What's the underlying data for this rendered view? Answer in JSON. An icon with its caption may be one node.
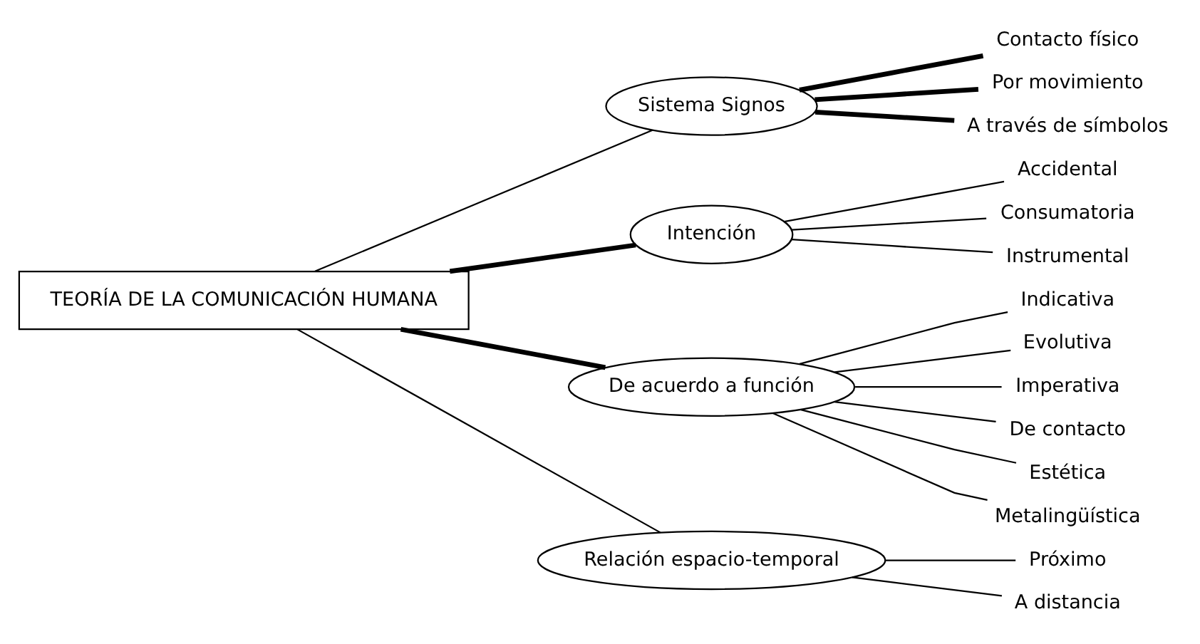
{
  "diagram": {
    "nodes": [
      {
        "text": [
          "TEORÍA DE LA COMUNICACIÓN HUMANA"
        ]
      },
      {
        "text": [
          "Sistema Signos"
        ]
      },
      {
        "text": [
          "Intención"
        ]
      },
      {
        "text": [
          "De acuerdo a función"
        ]
      },
      {
        "text": [
          "Relación espacio-temporal"
        ]
      },
      {
        "text": [
          "Contacto físico"
        ]
      },
      {
        "text": [
          "Por movimiento"
        ]
      },
      {
        "text": [
          "A través de símbolos"
        ]
      },
      {
        "text": [
          "Accidental"
        ]
      },
      {
        "text": [
          "Consumatoria"
        ]
      },
      {
        "text": [
          "Instrumental"
        ]
      },
      {
        "text": [
          "Indicativa"
        ]
      },
      {
        "text": [
          "Evolutiva"
        ]
      },
      {
        "text": [
          "Imperativa"
        ]
      },
      {
        "text": [
          "De contacto"
        ]
      },
      {
        "text": [
          "Estética"
        ]
      },
      {
        "text": [
          "Metalingüística"
        ]
      },
      {
        "text": [
          "Próximo"
        ]
      },
      {
        "text": [
          "A distancia"
        ]
      }
    ],
    "edges": [
      {
        "from": 0,
        "to": 1,
        "arrow": "none"
      },
      {
        "from": 0,
        "to": 2,
        "arrow": "none",
        "style": "thick"
      },
      {
        "from": 0,
        "to": 3,
        "arrow": "none",
        "style": "thick"
      },
      {
        "from": 0,
        "to": 4,
        "arrow": "none"
      },
      {
        "from": 1,
        "to": 5,
        "arrow": "none",
        "style": "thick"
      },
      {
        "from": 1,
        "to": 6,
        "arrow": "none",
        "style": "thick"
      },
      {
        "from": 1,
        "to": 7,
        "arrow": "none",
        "style": "thick"
      },
      {
        "from": 2,
        "to": 8,
        "arrow": "none"
      },
      {
        "from": 2,
        "to": 9,
        "arrow": "none"
      },
      {
        "from": 2,
        "to": 10,
        "arrow": "none"
      },
      {
        "from": 3,
        "to": 11,
        "arrow": "none"
      },
      {
        "from": 3,
        "to": 12,
        "arrow": "none"
      },
      {
        "from": 3,
        "to": 13,
        "arrow": "none"
      },
      {
        "from": 3,
        "to": 14,
        "arrow": "none"
      },
      {
        "from": 3,
        "to": 15,
        "arrow": "none"
      },
      {
        "from": 3,
        "to": 16,
        "arrow": "none"
      },
      {
        "from": 4,
        "to": 17,
        "arrow": "none"
      },
      {
        "from": 4,
        "to": 18,
        "arrow": "none"
      }
    ]
  }
}
